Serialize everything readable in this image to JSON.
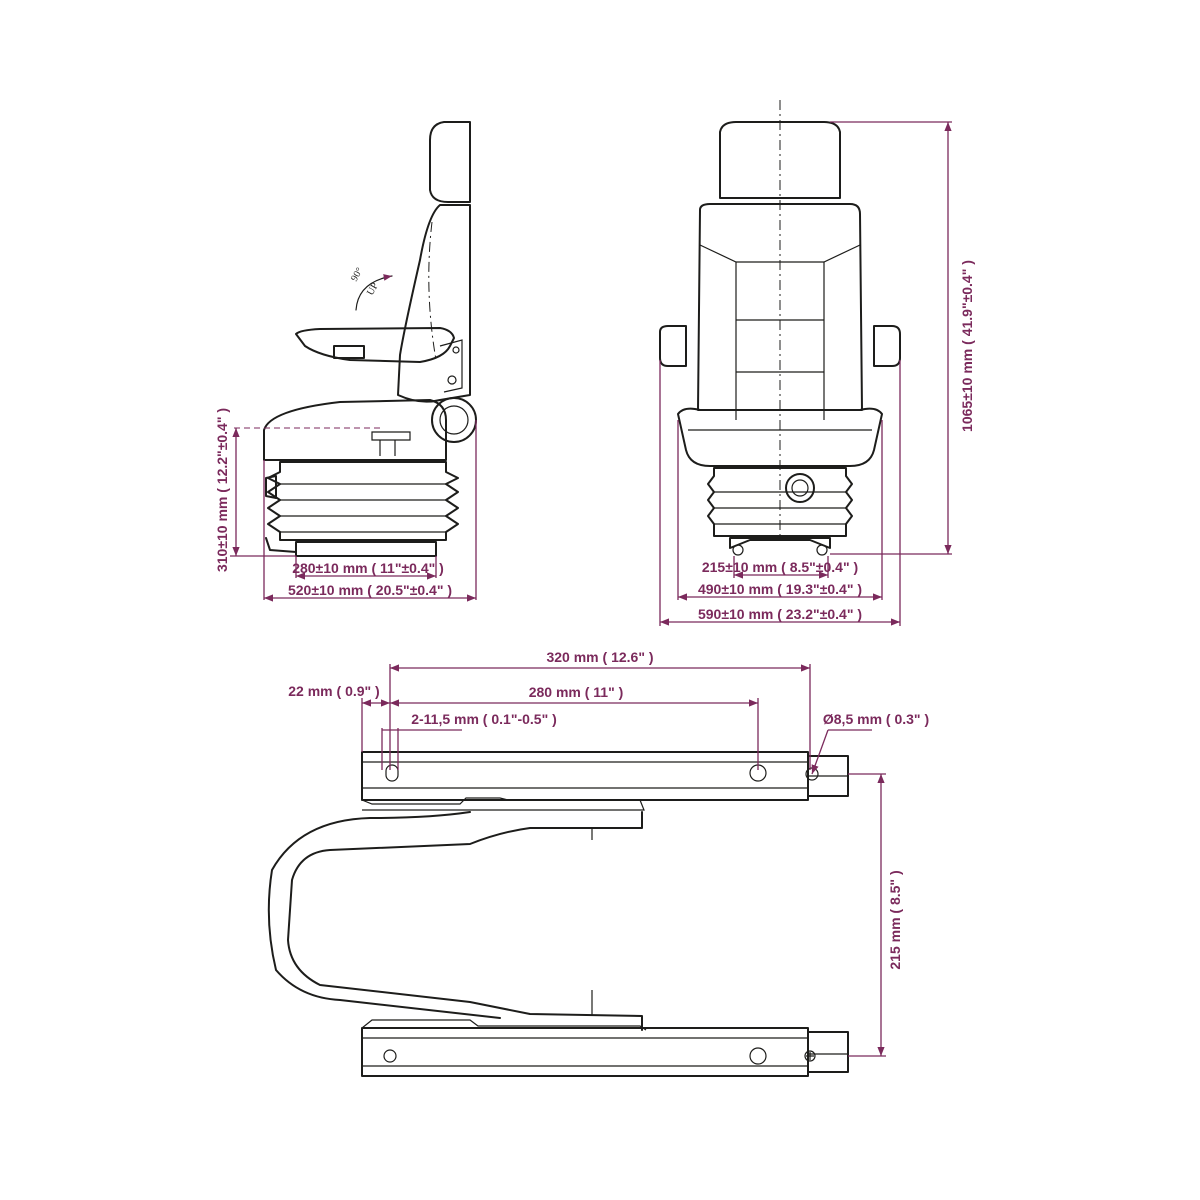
{
  "dimensions": {
    "side_height": "310±10 mm ( 12.2\"±0.4\" )",
    "side_base": "280±10 mm ( 11\"±0.4\" )",
    "side_depth": "520±10 mm ( 20.5\"±0.4\" )",
    "front_height": "1065±10 mm ( 41.9\"±0.4\" )",
    "front_base": "215±10 mm ( 8.5\"±0.4\" )",
    "front_seat_width": "490±10 mm ( 19.3\"±0.4\" )",
    "front_total_width": "590±10 mm ( 23.2\"±0.4\" )",
    "rail_length": "320 mm ( 12.6\" )",
    "rail_offset": "22 mm ( 0.9\" )",
    "rail_hole_spacing": "280 mm ( 11\" )",
    "rail_slot": "2-11,5 mm ( 0.1\"-0.5\" )",
    "rail_hole_diameter": "Ø8,5 mm ( 0.3\" )",
    "slide_height": "215 mm ( 8.5\" )"
  },
  "annotations": {
    "tilt_angle": "90°",
    "tilt_direction": "UP"
  },
  "colors": {
    "dimension": "#7b2a5c",
    "outline": "#1d1d1b"
  }
}
